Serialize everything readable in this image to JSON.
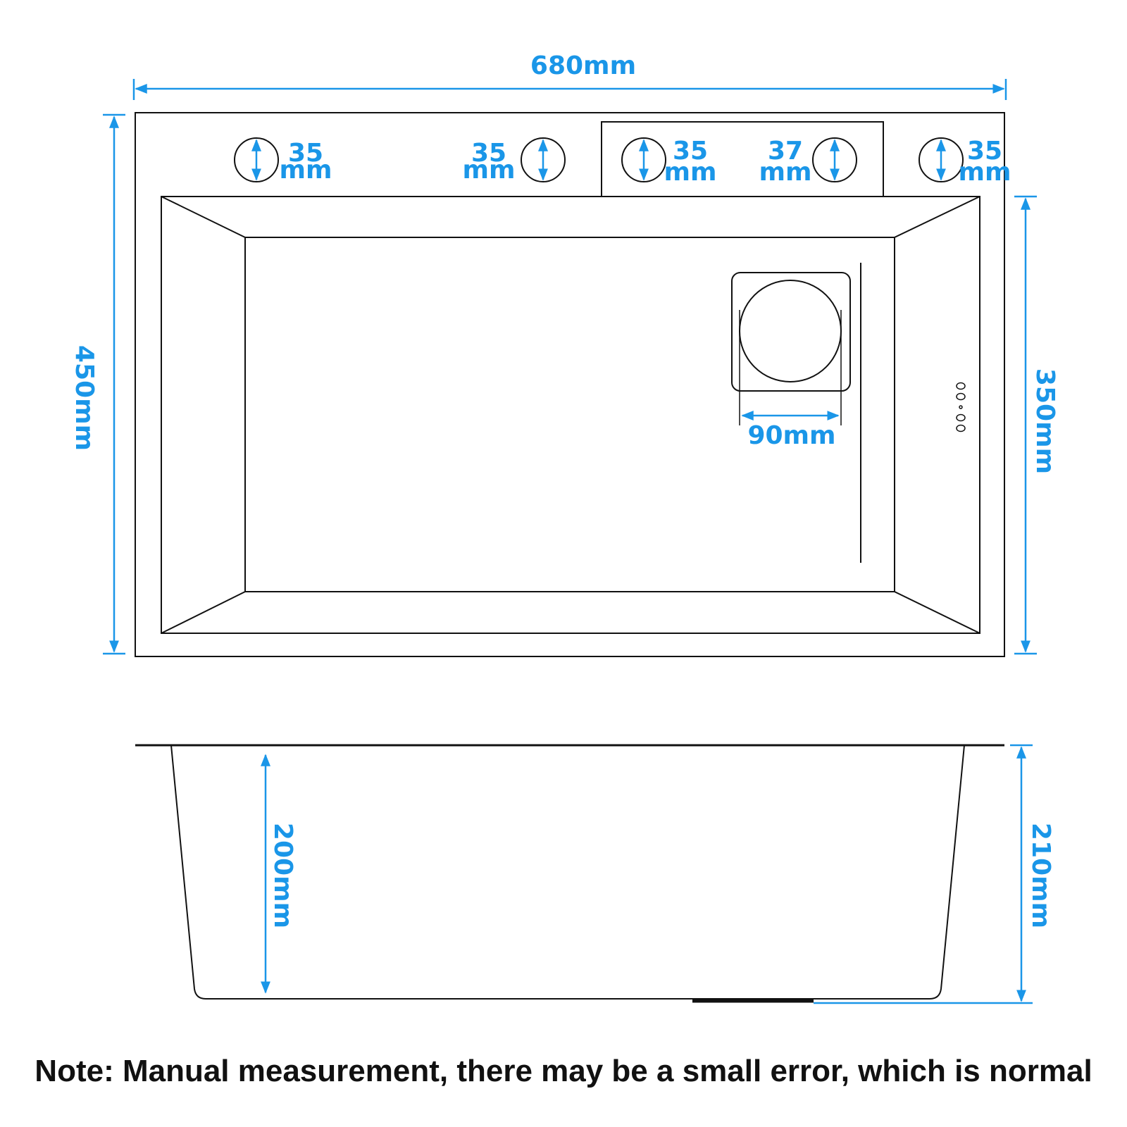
{
  "colors": {
    "dimension": "#1a96e8",
    "outline": "#111111"
  },
  "top_view": {
    "width_label": "680mm",
    "depth_label": "450mm",
    "bowl_depth_label": "350mm",
    "drain_label": "90mm",
    "holes": [
      {
        "value": "35",
        "unit": "mm"
      },
      {
        "value": "35",
        "unit": "mm"
      },
      {
        "value": "35",
        "unit": "mm"
      },
      {
        "value": "37",
        "unit": "mm"
      },
      {
        "value": "35",
        "unit": "mm"
      }
    ]
  },
  "side_view": {
    "inner_depth_label": "200mm",
    "total_depth_label": "210mm"
  },
  "note": "Note: Manual measurement, there may be a small error, which is normal"
}
